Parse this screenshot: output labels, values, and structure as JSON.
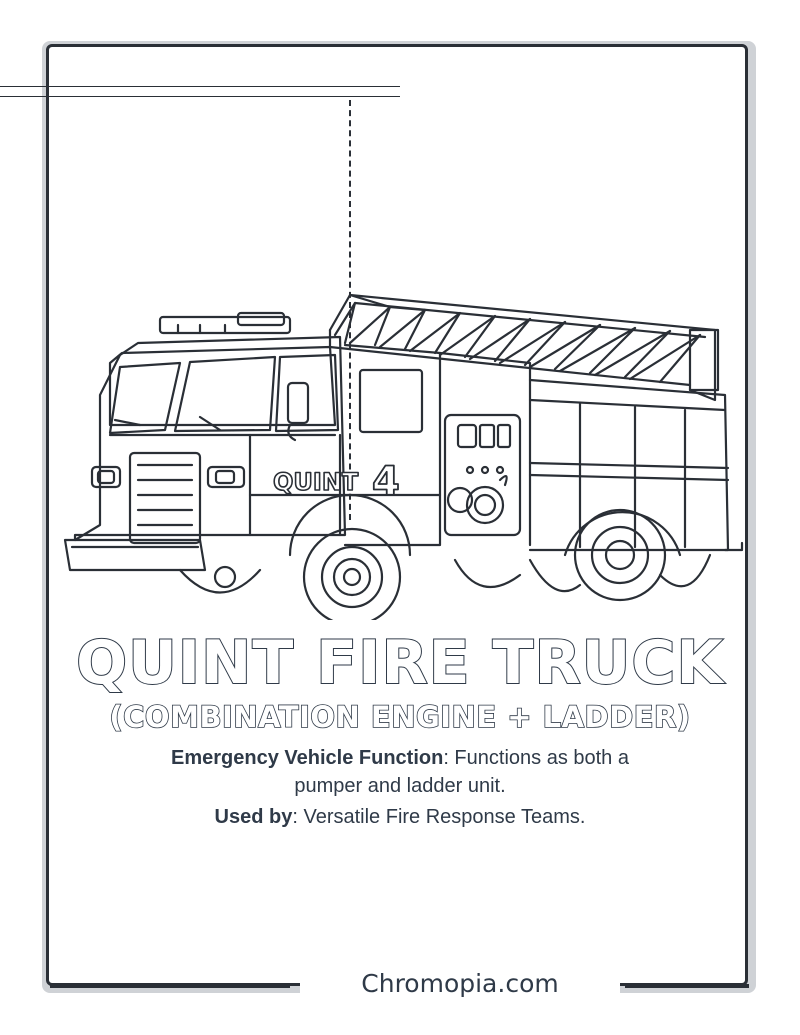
{
  "vehicle": {
    "unit_label": "QUINT",
    "unit_number": "4"
  },
  "title": "QUINT FIRE TRUCK",
  "subtitle": "(COMBINATION ENGINE + LADDER)",
  "description": {
    "function_label": "Emergency Vehicle Function",
    "function_text_line1": ": Functions as both a",
    "function_text_line2": "pumper and ladder unit.",
    "used_by_label": "Used by",
    "used_by_text": ": Versatile Fire Response Teams."
  },
  "footer": {
    "brand": "Chromopia.com"
  },
  "colors": {
    "ink": "#2a2f36",
    "text": "#2f3a48",
    "paper": "#ffffff",
    "frame_shadow": "#cfd2d6"
  }
}
